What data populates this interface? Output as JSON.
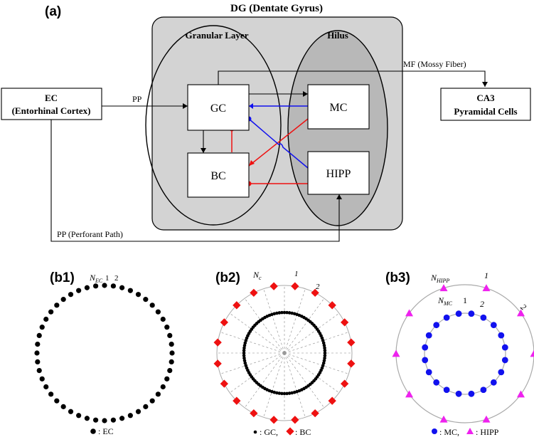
{
  "panel_a": {
    "label": "(a)",
    "dg_title": "DG (Dentate Gyrus)",
    "granular_layer": "Granular Layer",
    "hilus": "Hilus",
    "ec_line1": "EC",
    "ec_line2": "(Entorhinal Cortex)",
    "ca3_line1": "CA3",
    "ca3_line2": "Pyramidal Cells",
    "gc": "GC",
    "bc": "BC",
    "mc": "MC",
    "hipp": "HIPP",
    "pp_label": "PP",
    "mf_label": "MF (Mossy Fiber)",
    "pp_full_label": "PP (Perforant Path)"
  },
  "panel_b1": {
    "label": "(b1)",
    "top_n": "N",
    "top_n_sub": "EC",
    "top_1": "1",
    "top_2": "2",
    "legend_text": ": EC",
    "dot_count": 48
  },
  "panel_b2": {
    "label": "(b2)",
    "outer_n": "N",
    "outer_n_sub": "c",
    "outer_1": "1",
    "outer_2": "2",
    "legend_gc": ": GC,",
    "legend_bc": ": BC",
    "gc_dot_count": 100,
    "bc_count": 20,
    "spokes": 20
  },
  "panel_b3": {
    "label": "(b3)",
    "outer_n": "N",
    "outer_n_sub": "HIPP",
    "outer_1": "1",
    "outer_2": "2",
    "inner_n": "N",
    "inner_n_sub": "MC",
    "inner_1": "1",
    "inner_2": "2",
    "legend_mc": ": MC,",
    "legend_hipp": ": HIPP",
    "mc_count": 20,
    "hipp_count": 10
  },
  "colors": {
    "dg_box": "#d3d3d3",
    "hilus_fill": "#b8b8b8",
    "red": "#ee1111",
    "blue": "#1111ee",
    "magenta": "#ee22ee",
    "grey_circle": "#aaaaaa",
    "black": "#000000"
  }
}
